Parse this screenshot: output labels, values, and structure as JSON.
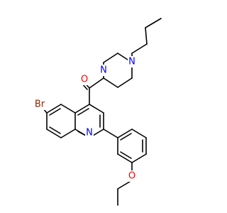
{
  "molecule": {
    "atoms": {
      "bromine": {
        "label": "Br",
        "color": "#8b2500"
      },
      "carbonyl_oxygen": {
        "label": "O",
        "color": "#ff0000"
      },
      "amide_nitrogen": {
        "label": "N",
        "color": "#0000ff"
      },
      "butyl_nitrogen": {
        "label": "N",
        "color": "#0000ff"
      },
      "quinoline_nitrogen": {
        "label": "N",
        "color": "#0000ff"
      },
      "ether_oxygen": {
        "label": "O",
        "color": "#ff0000"
      }
    },
    "bond_color": "#000000",
    "background": "#ffffff"
  }
}
